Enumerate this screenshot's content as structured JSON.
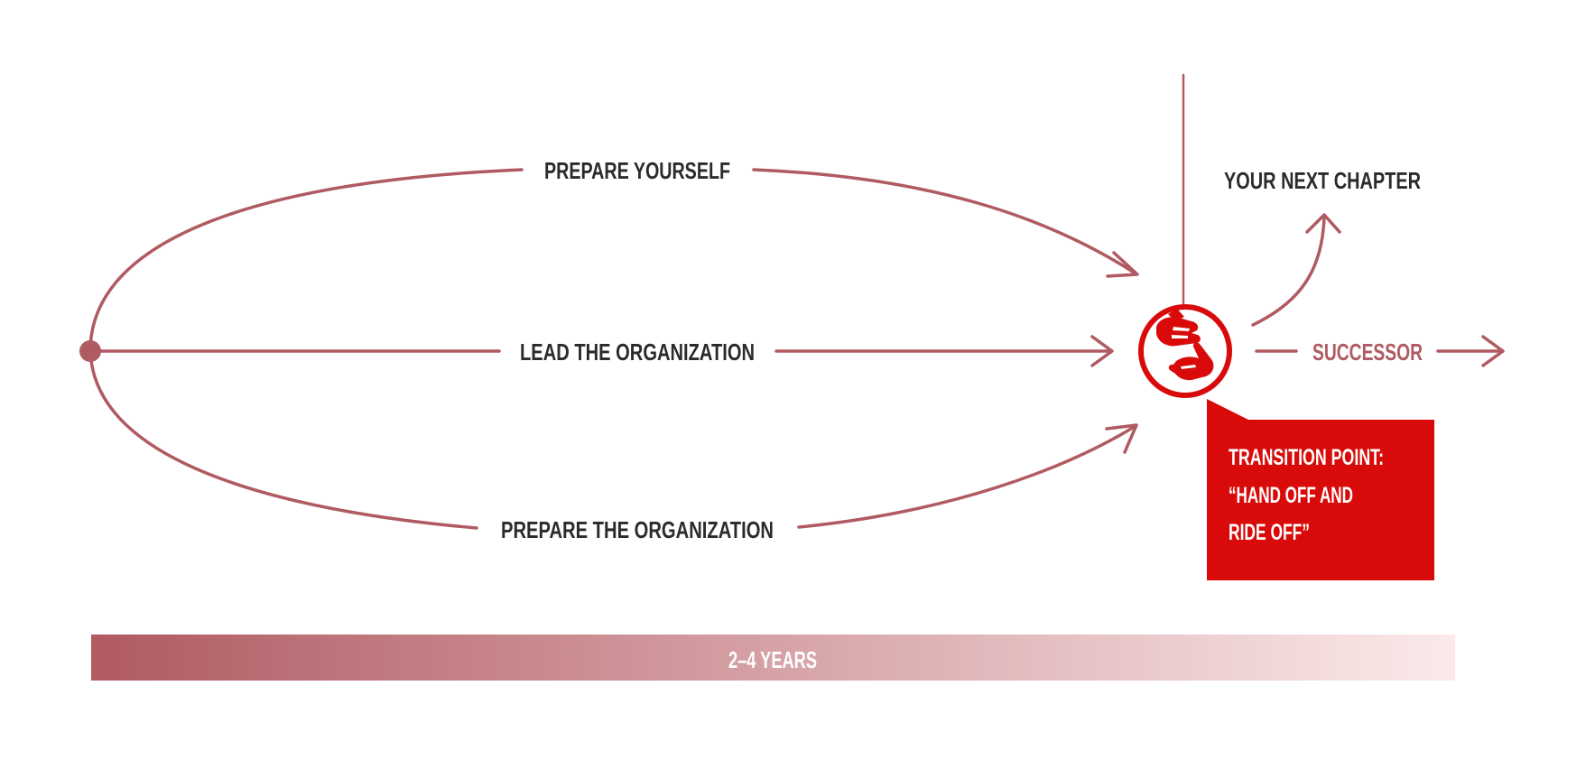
{
  "diagram": {
    "paths": {
      "top": "PREPARE YOURSELF",
      "middle": "LEAD THE ORGANIZATION",
      "bottom": "PREPARE THE ORGANIZATION"
    },
    "next_chapter": "YOUR NEXT CHAPTER",
    "successor": "SUCCESSOR",
    "callout": {
      "line1": "TRANSITION POINT:",
      "line2": "“HAND OFF AND",
      "line3": "RIDE OFF”"
    },
    "timeline": "2–4 YEARS",
    "icons": {
      "start": "start-point-dot",
      "handoff": "handoff-hands-icon"
    },
    "colors": {
      "path": "#b05a62",
      "accent": "#d90a0a",
      "text": "#2b2b2b",
      "bar_start": "#b05a62",
      "bar_end": "#fbeaea"
    }
  }
}
